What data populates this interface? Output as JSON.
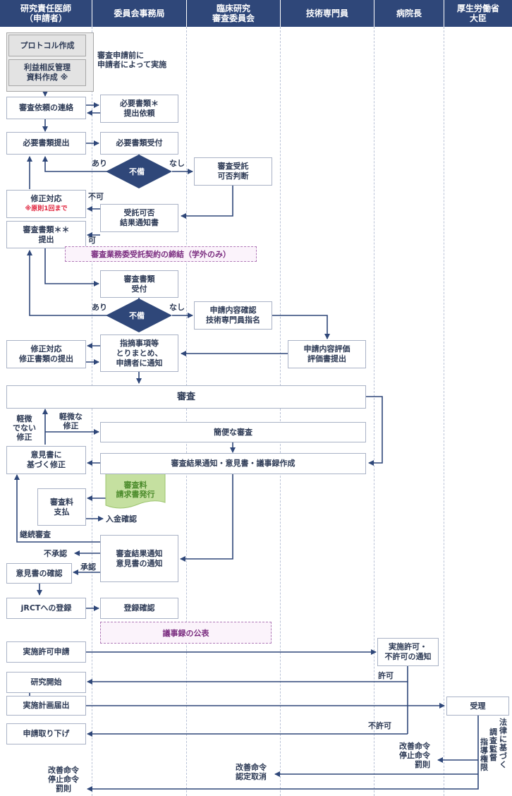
{
  "lanes": [
    {
      "label": "研究責任医師\n（申請者）"
    },
    {
      "label": "委員会事務局"
    },
    {
      "label": "臨床研究\n審査委員会"
    },
    {
      "label": "技術専門員"
    },
    {
      "label": "病院長"
    },
    {
      "label": "厚生労働省\n大臣"
    }
  ],
  "boxes": {
    "protocol": "プロトコル作成",
    "coi": "利益相反管理\n資料作成 ※",
    "pre_note": "審査申請前に\n申請者によって実施",
    "request_contact": "審査依頼の連絡",
    "docs_request": "必要書類＊\n提出依頼",
    "docs_submit": "必要書類提出",
    "docs_receive": "必要書類受付",
    "decision1": "不備",
    "entrust_judge": "審査受託\n可否判断",
    "fix1": "修正対応",
    "fix1_note": "※原則1回まで",
    "entrust_result": "受託可否\n結果通知書",
    "review_docs_submit": "審査書類＊＊\n提出",
    "contract": "審査業務委受託契約の締結（学外のみ）",
    "review_docs_receive": "審査書類\n受付",
    "decision2": "不備",
    "confirm_expert": "申請内容確認\n技術専門員指名",
    "fix2": "修正対応\n修正書類の提出",
    "summary": "指摘事項等\nとりまとめ、\n申請者に通知",
    "expert_eval": "申請内容評価\n評価書提出",
    "review": "審査",
    "simple_review": "簡便な審査",
    "result_create": "審査結果通知・意見書・議事録作成",
    "opinion_fix": "意見書に\n基づく修正",
    "fee_invoice": "審査料\n請求書発行",
    "fee_pay": "審査料\n支払",
    "result_notice": "審査結果通知\n意見書の通知",
    "opinion_confirm": "意見書の確認",
    "jrct": "jRCTへの登録",
    "reg_confirm": "登録確認",
    "minutes": "議事録の公表",
    "impl_request": "実施許可申請",
    "impl_notice": "実施許可・\n不許可の通知",
    "start": "研究開始",
    "plan_report": "実施計画届出",
    "accept": "受理",
    "withdraw": "申請取り下げ"
  },
  "labels": {
    "ari1": "あり",
    "nashi1": "なし",
    "fuka": "不可",
    "ka": "可",
    "ari2": "あり",
    "nashi2": "なし",
    "minor_no": "軽微\nでない\n修正",
    "minor_yes": "軽微な\n修正",
    "payment_confirm": "入金確認",
    "continue": "継続審査",
    "reject": "不承認",
    "approve": "承認",
    "permit": "許可",
    "not_permit": "不許可",
    "law_vert": "法律に基づく",
    "inspect_vert": "調査・監督",
    "guide_vert": "指導・権限",
    "order_right": "改善命令\n停止命令\n罰則",
    "cancel_mid": "改善命令\n認定取消",
    "order_left": "改善命令\n停止命令\n罰則"
  },
  "colors": {
    "header": "#2f4779",
    "arrow": "#2f4779",
    "box_border": "#a9b2c6",
    "invoice": "#c5e0a0"
  }
}
